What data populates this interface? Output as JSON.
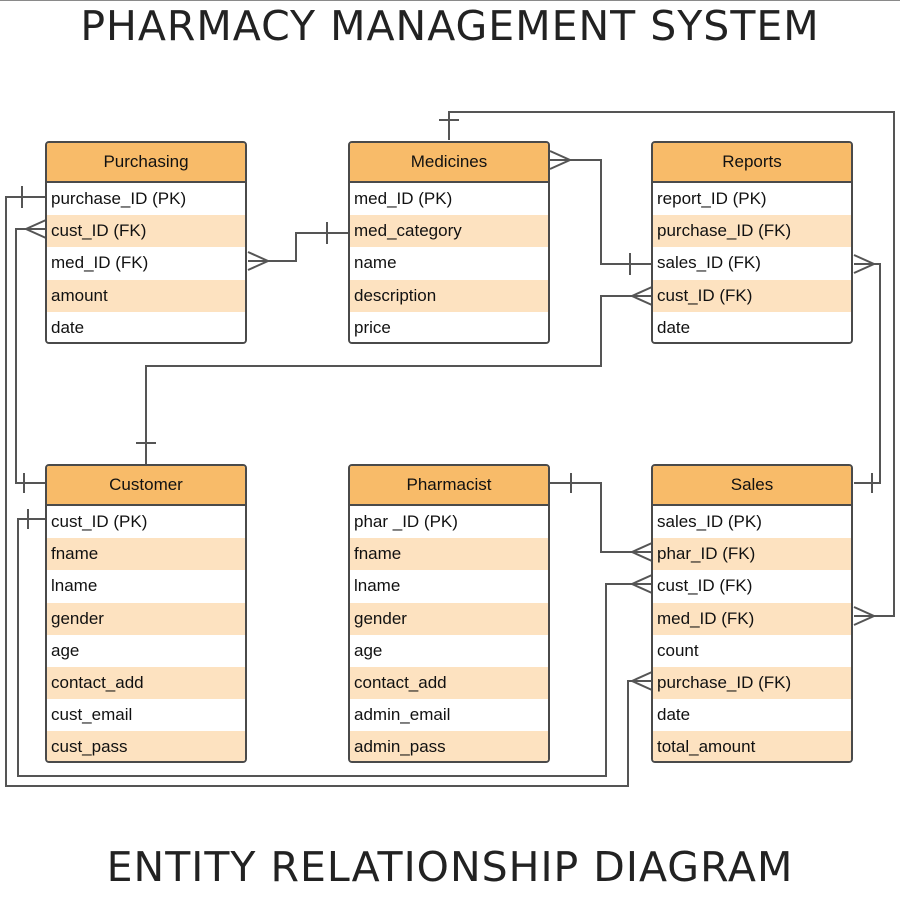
{
  "title": "PHARMACY MANAGEMENT SYSTEM",
  "subtitle": "ENTITY RELATIONSHIP DIAGRAM",
  "colors": {
    "header": "#f8bb69",
    "row_alt": "#fde2c0",
    "border": "#4a4a4a",
    "connector": "#555555"
  },
  "entities": {
    "purchasing": {
      "name": "Purchasing",
      "attributes": [
        "purchase_ID (PK)",
        "cust_ID (FK)",
        "med_ID (FK)",
        "amount",
        "date"
      ]
    },
    "medicines": {
      "name": "Medicines",
      "attributes": [
        "med_ID (PK)",
        "med_category",
        "name",
        "description",
        "price"
      ]
    },
    "reports": {
      "name": "Reports",
      "attributes": [
        "report_ID (PK)",
        "purchase_ID (FK)",
        "sales_ID (FK)",
        "cust_ID (FK)",
        "date"
      ]
    },
    "customer": {
      "name": "Customer",
      "attributes": [
        "cust_ID (PK)",
        "fname",
        "lname",
        "gender",
        "age",
        "contact_add",
        "cust_email",
        "cust_pass"
      ]
    },
    "pharmacist": {
      "name": "Pharmacist",
      "attributes": [
        "phar  _ID (PK)",
        "fname",
        "lname",
        "gender",
        "age",
        "contact_add",
        "admin_email",
        "admin_pass"
      ]
    },
    "sales": {
      "name": "Sales",
      "attributes": [
        "sales_ID (PK)",
        "phar_ID (FK)",
        "cust_ID (FK)",
        "med_ID (FK)",
        "count",
        "purchase_ID (FK)",
        "date",
        "total_amount"
      ]
    }
  }
}
